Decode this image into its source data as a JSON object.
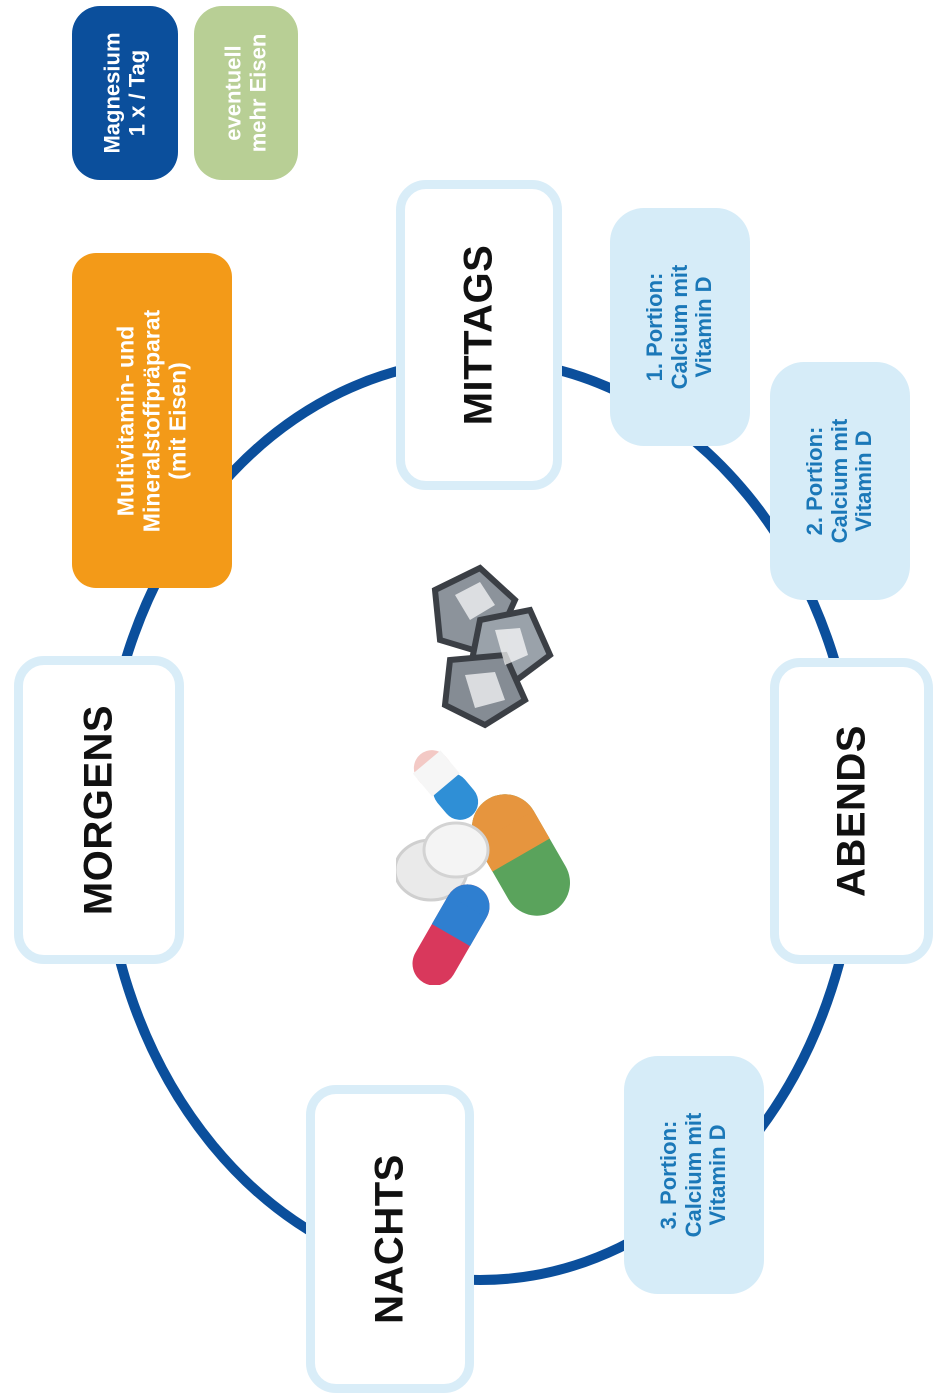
{
  "colors": {
    "ring": "#0b4f9c",
    "time_border": "#d9edf8",
    "portion_bg": "#d6ecf8",
    "portion_text": "#1b78b8",
    "multivitamin_bg": "#f39a18",
    "magnesium_bg": "#0b4f9c",
    "iron_bg": "#b8cf95"
  },
  "tags": {
    "magnesium": [
      "Magnesium",
      "1 x / Tag"
    ],
    "iron": [
      "eventuell",
      "mehr Eisen"
    ]
  },
  "multivitamin": [
    "Multivitamin- und",
    "Mineralstoffpräparat",
    "(mit Eisen)"
  ],
  "times": {
    "morning": "MORGENS",
    "noon": "MITTAGS",
    "evening": "ABENDS",
    "night": "NACHTS"
  },
  "portions": {
    "p1": [
      "1. Portion:",
      "Calcium mit",
      "Vitamin D"
    ],
    "p2": [
      "2. Portion:",
      "Calcium mit",
      "Vitamin D"
    ],
    "p3": [
      "3. Portion:",
      "Calcium mit",
      "Vitamin D"
    ]
  },
  "icons": [
    "pills-image",
    "foil-tablets-image"
  ]
}
